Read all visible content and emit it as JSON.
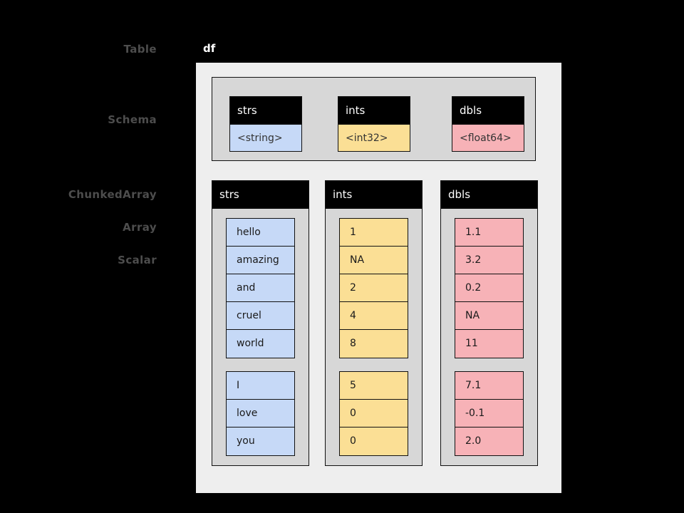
{
  "diagram": {
    "side_labels": [
      {
        "key": "table",
        "text": "Table"
      },
      {
        "key": "schema",
        "text": "Schema"
      },
      {
        "key": "chunked_array",
        "text": "ChunkedArray"
      },
      {
        "key": "array",
        "text": "Array"
      },
      {
        "key": "scalar",
        "text": "Scalar"
      }
    ],
    "table": {
      "title": "df"
    },
    "schema": {
      "fields": [
        {
          "name": "strs",
          "type": "<string>",
          "color": "#c6d9f7"
        },
        {
          "name": "ints",
          "type": "<int32>",
          "color": "#fbdf95"
        },
        {
          "name": "dbls",
          "type": "<float64>",
          "color": "#f7b2b7"
        }
      ]
    },
    "columns": [
      {
        "name": "strs",
        "color": "#c6d9f7",
        "chunks": [
          [
            "hello",
            "amazing",
            "and",
            "cruel",
            "world"
          ],
          [
            "I",
            "love",
            "you"
          ]
        ]
      },
      {
        "name": "ints",
        "color": "#fbdf95",
        "chunks": [
          [
            "1",
            "NA",
            "2",
            "4",
            "8"
          ],
          [
            "5",
            "0",
            "0"
          ]
        ]
      },
      {
        "name": "dbls",
        "color": "#f7b2b7",
        "chunks": [
          [
            "1.1",
            "3.2",
            "0.2",
            "NA",
            "11"
          ],
          [
            "7.1",
            "-0.1",
            "2.0"
          ]
        ]
      }
    ],
    "colors": {
      "background": "#000000",
      "table_background": "#eeeeee",
      "group_background": "#d7d7d7",
      "header_background": "#000000",
      "header_text": "#ffffff",
      "label_text": "#4d4d4d",
      "title_text": "#ffffff",
      "stroke": "#111111"
    }
  }
}
